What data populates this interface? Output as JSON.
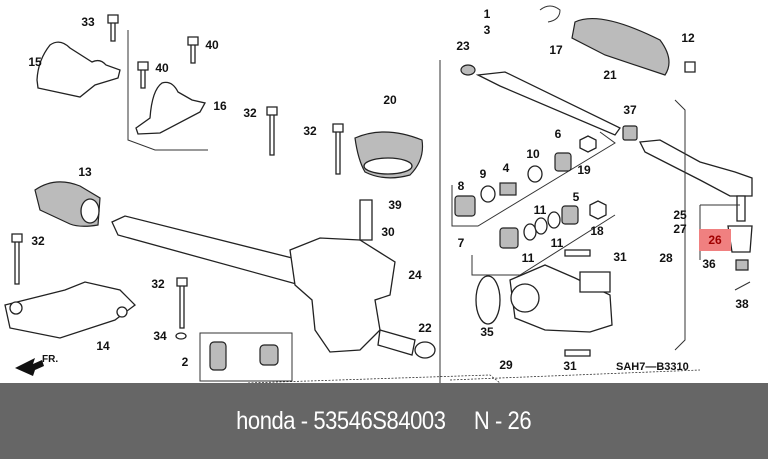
{
  "diagram": {
    "code": "SAH7—B3310",
    "front_marker": "FR.",
    "highlight_color": "#f08080",
    "callouts": [
      "33",
      "15",
      "40",
      "40",
      "16",
      "32",
      "32",
      "20",
      "13",
      "32",
      "39",
      "30",
      "24",
      "32",
      "34",
      "2",
      "14",
      "22",
      "1",
      "3",
      "23",
      "17",
      "21",
      "12",
      "37",
      "6",
      "8",
      "9",
      "4",
      "10",
      "19",
      "5",
      "11",
      "11",
      "11",
      "18",
      "7",
      "31",
      "28",
      "25",
      "27",
      "26",
      "36",
      "38",
      "35",
      "29",
      "31"
    ],
    "highlighted_callout": "26"
  },
  "footer": {
    "caption": "honda - 53546S84003     N - 26"
  }
}
